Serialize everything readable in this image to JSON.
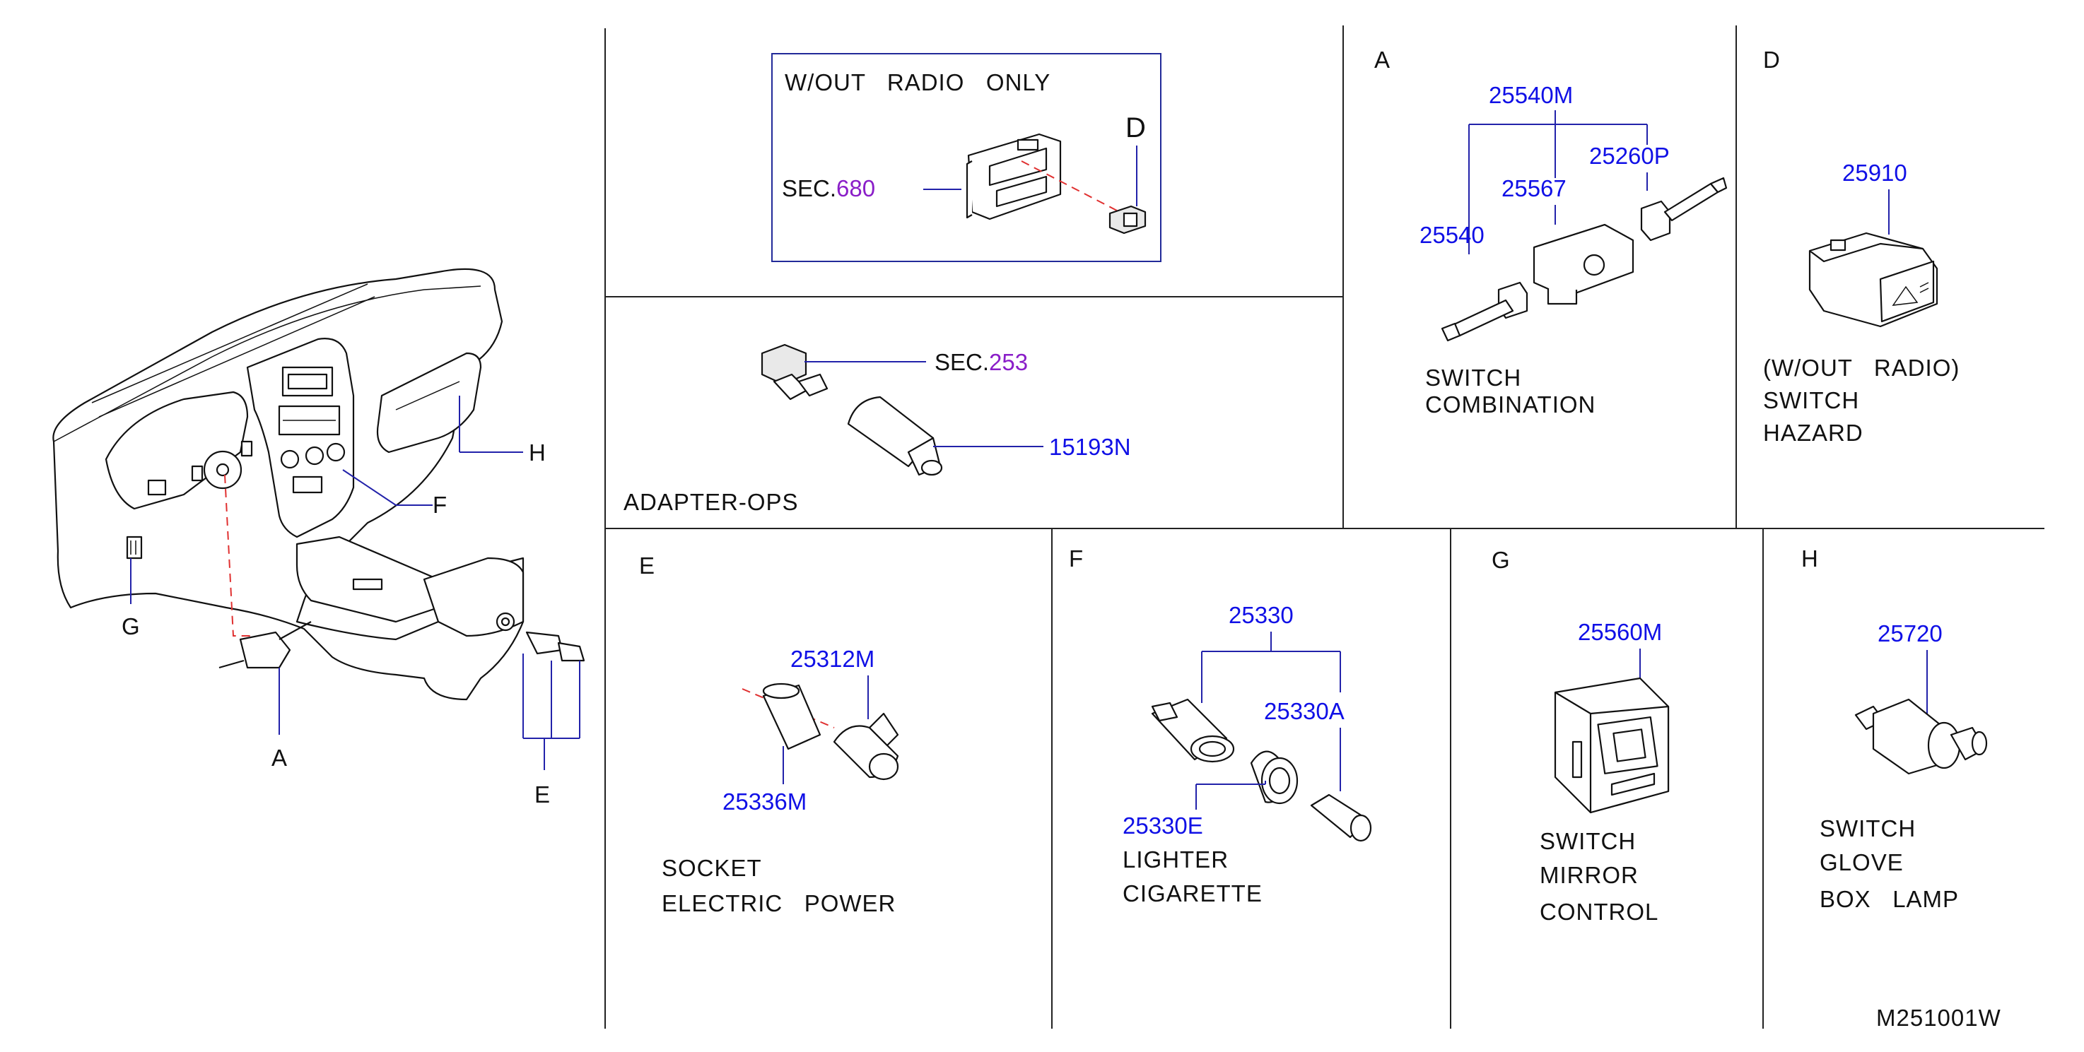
{
  "diagram_code": "M251001W",
  "overview": {
    "callouts": {
      "A": "A",
      "E": "E",
      "F": "F",
      "G": "G",
      "H": "H"
    }
  },
  "radio_box": {
    "title": "W/OUT   RADIO   ONLY",
    "sec_prefix": "SEC.",
    "sec_number": "680",
    "callout": "D"
  },
  "adapter": {
    "sec_prefix": "SEC.",
    "sec_number": "253",
    "part_number": "15193N",
    "caption": "ADAPTER-OPS"
  },
  "section_a": {
    "letter": "A",
    "parts": {
      "p1": "25540M",
      "p2": "25567",
      "p3": "25260P",
      "p4": "25540"
    },
    "caption_line1": "SWITCH",
    "caption_line2": "COMBINATION"
  },
  "section_d": {
    "letter": "D",
    "part": "25910",
    "caption_line1": "(W/OUT   RADIO)",
    "caption_line2": "SWITCH",
    "caption_line3": "HAZARD"
  },
  "section_e": {
    "letter": "E",
    "parts": {
      "p1": "25312M",
      "p2": "25336M"
    },
    "caption_line1": "SOCKET",
    "caption_line2": "ELECTRIC   POWER"
  },
  "section_f": {
    "letter": "F",
    "parts": {
      "p1": "25330",
      "p2": "25330A",
      "p3": "25330E"
    },
    "caption_line1": "LIGHTER",
    "caption_line2": "CIGARETTE"
  },
  "section_g": {
    "letter": "G",
    "part": "25560M",
    "caption_line1": "SWITCH",
    "caption_line2": "MIRROR",
    "caption_line3": "CONTROL"
  },
  "section_h": {
    "letter": "H",
    "part": "25720",
    "caption_line1": "SWITCH",
    "caption_line2": "GLOVE",
    "caption_line3": "BOX   LAMP"
  },
  "colors": {
    "part_number": "#1010e6",
    "section_ref": "#8a1ec8",
    "callout_line": "#2222aa",
    "hidden_line": "#e03030"
  }
}
